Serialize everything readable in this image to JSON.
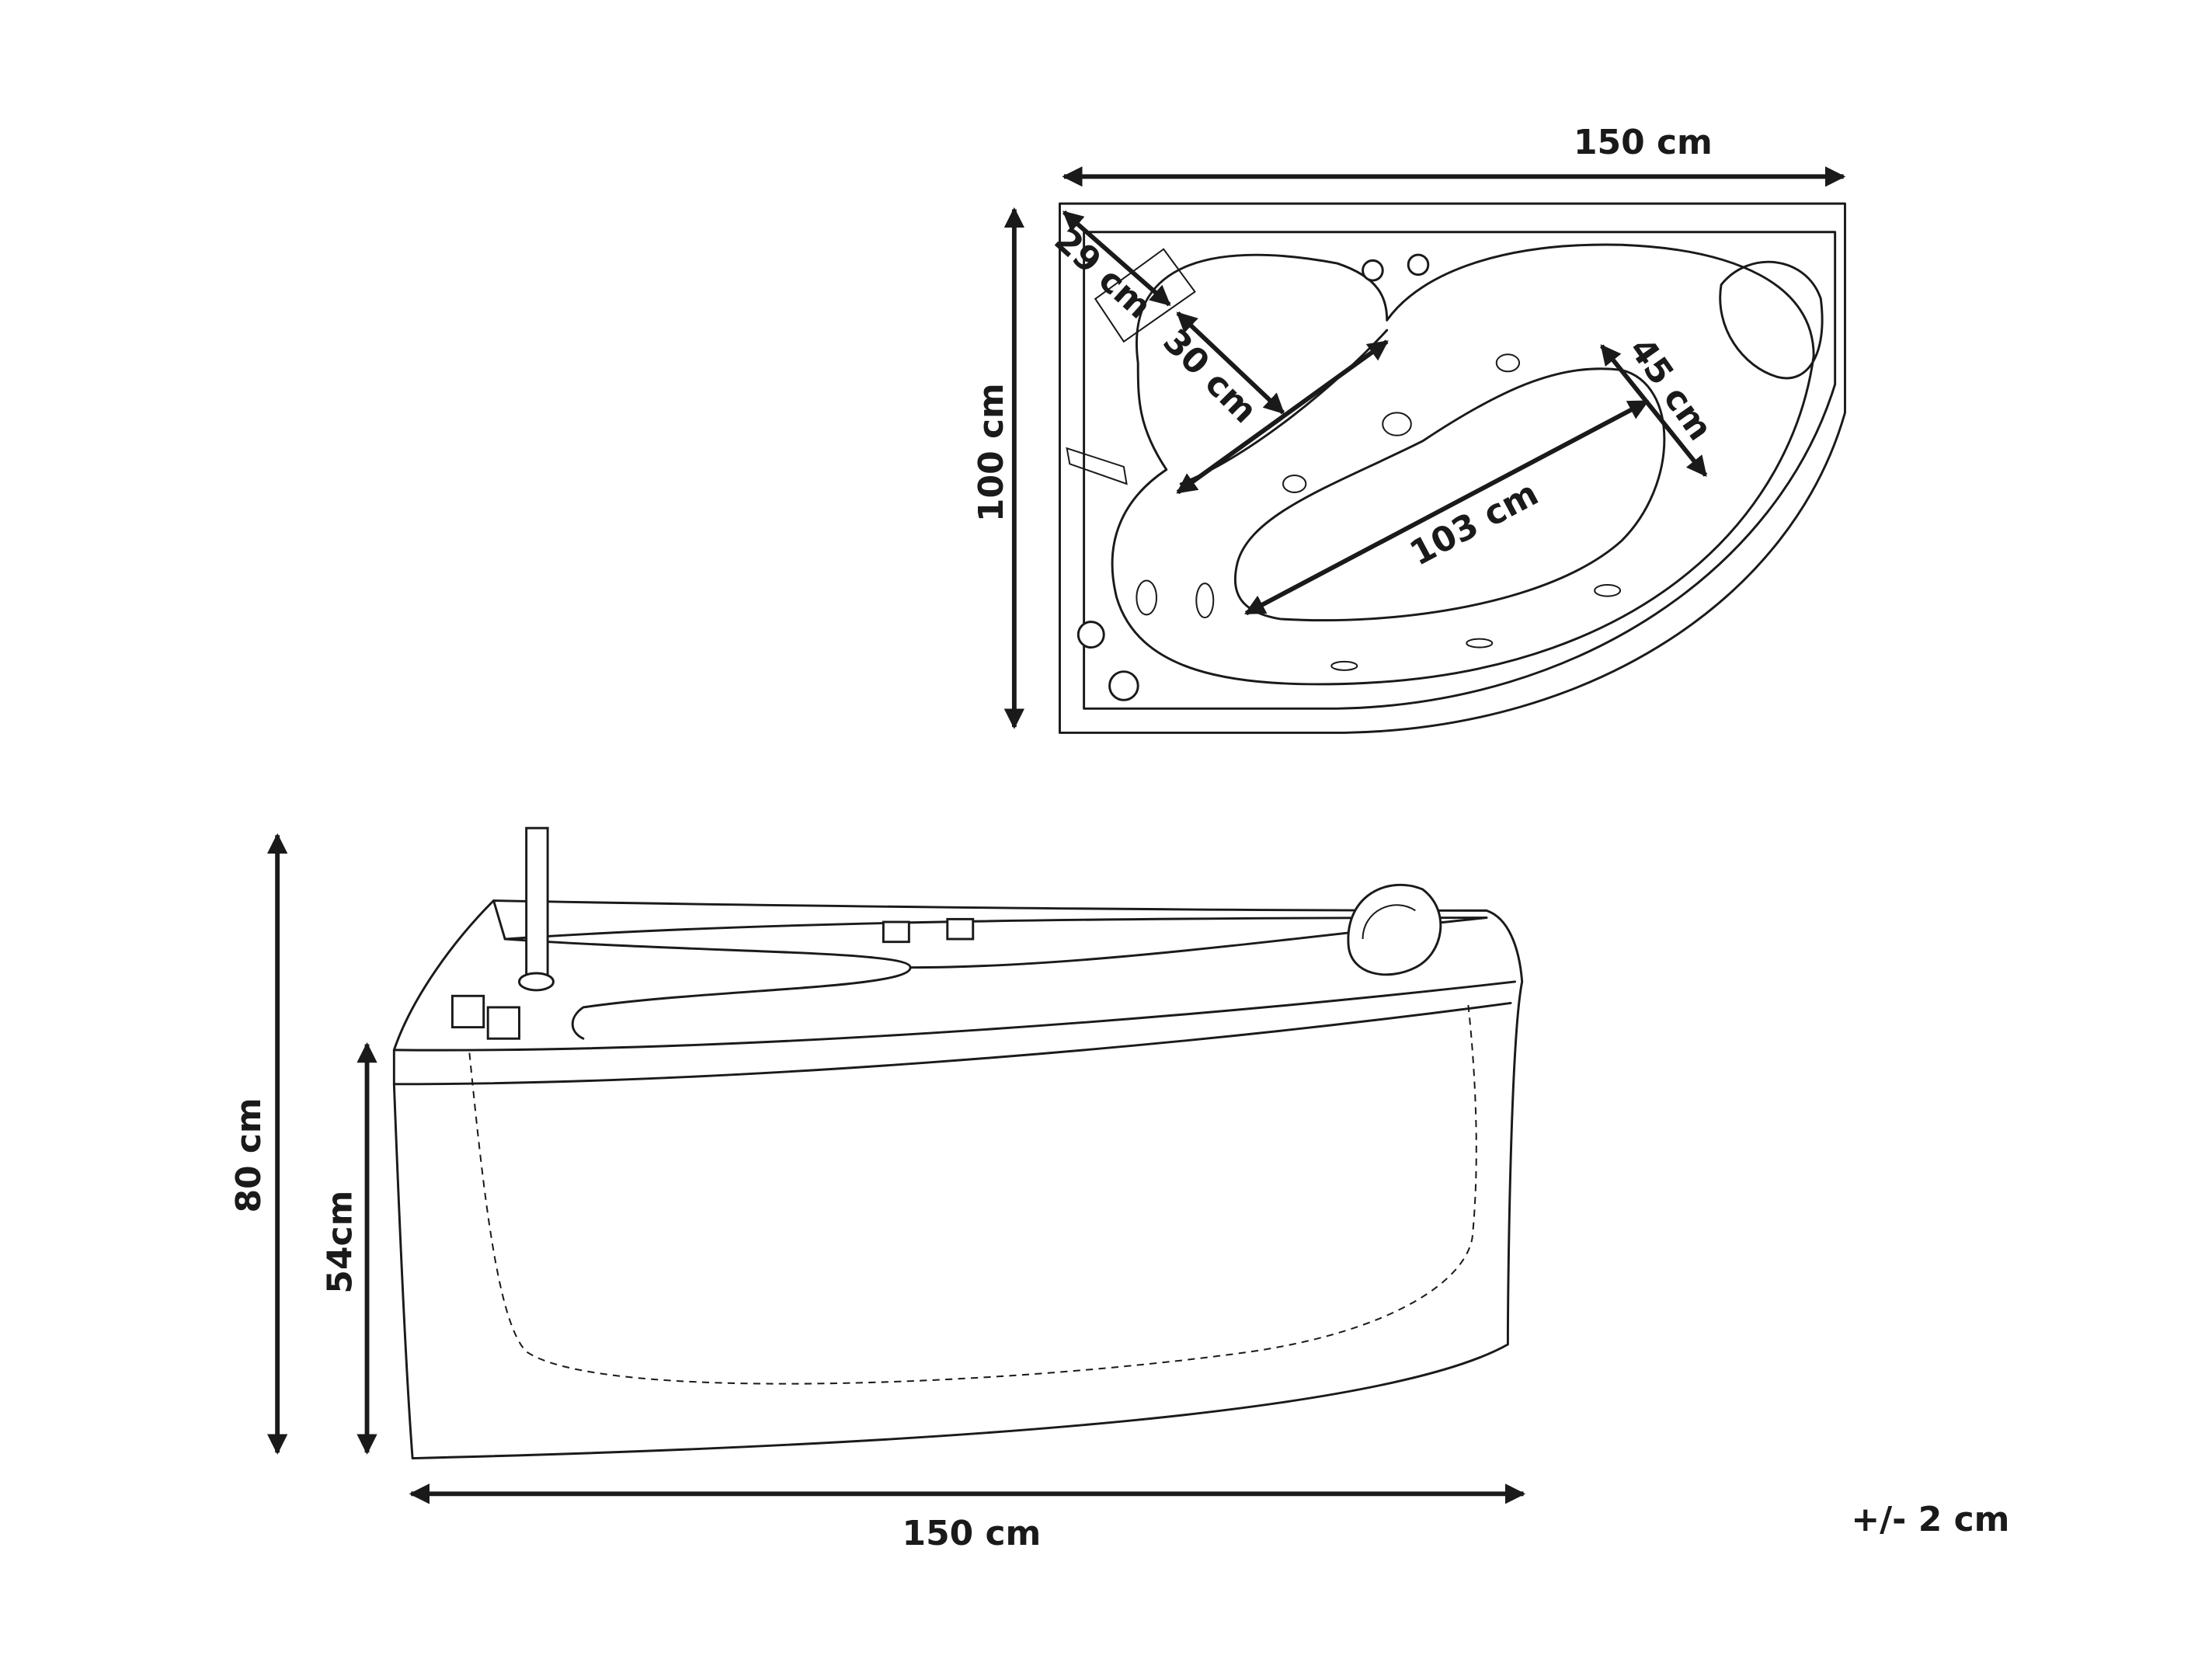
{
  "top_view": {
    "width_label": "150 cm",
    "depth_label": "100 cm",
    "headrest_offset_label": "29 cm",
    "seat_width_label": "30 cm",
    "basin_width_label": "45 cm",
    "basin_length_label": "103 cm"
  },
  "side_view": {
    "total_height_label": "80 cm",
    "tub_height_label": "54cm",
    "length_label": "150 cm"
  },
  "tolerance_label": "+/- 2 cm"
}
